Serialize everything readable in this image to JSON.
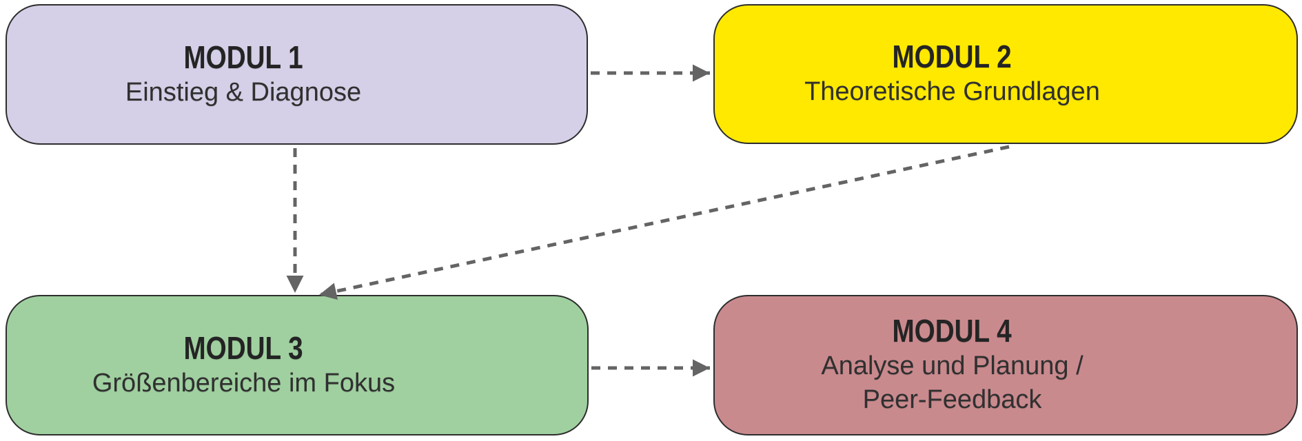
{
  "diagram": {
    "background": "#ffffff",
    "border_color": "#2d2d2d",
    "arrow_color": "#646464",
    "text_color": "#242424",
    "modules": [
      {
        "id": "modul-1",
        "title": "MODUL 1",
        "subtitle": "Einstieg & Diagnose",
        "fill": "#d5cfe7"
      },
      {
        "id": "modul-2",
        "title": "MODUL 2",
        "subtitle": "Theoretische Grundlagen",
        "fill": "#ffe900"
      },
      {
        "id": "modul-3",
        "title": "MODUL 3",
        "subtitle": "Größenbereiche im Fokus",
        "fill": "#a0d0a0"
      },
      {
        "id": "modul-4",
        "title": "MODUL 4",
        "subtitle": "Analyse und Planung /",
        "subtitle2": "Peer-Feedback",
        "fill": "#c98a8e"
      }
    ],
    "connections": [
      {
        "from": "modul-1",
        "to": "modul-2",
        "style": "dashed-arrow"
      },
      {
        "from": "modul-1",
        "to": "modul-3",
        "style": "dashed-arrow"
      },
      {
        "from": "modul-2",
        "to": "modul-3",
        "style": "dashed-arrow"
      },
      {
        "from": "modul-3",
        "to": "modul-4",
        "style": "dashed-arrow"
      }
    ]
  }
}
